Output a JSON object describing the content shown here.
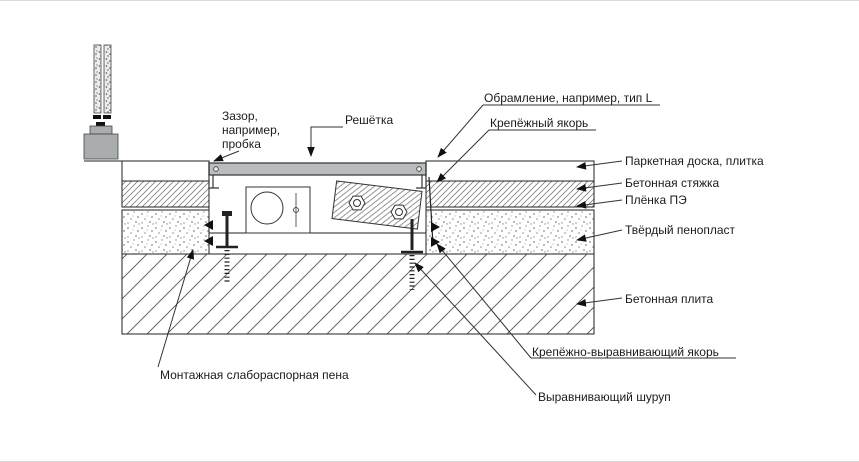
{
  "diagram": {
    "kind": "floor-channel-cross-section",
    "labels": {
      "gap": "Зазор,\nнапример,\nпробка",
      "grate": "Решётка",
      "framing": "Обрамление, например, тип L",
      "anchor": "Крепёжный якорь",
      "parquet": "Паркетная доска, плитка",
      "screed": "Бетонная стяжка",
      "pe_film": "Плёнка ПЭ",
      "rigid_foam": "Твёрдый пенопласт",
      "slab": "Бетонная плита",
      "leveling_anchor": "Крепёжно-выравнивающий якорь",
      "mounting_foam": "Монтажная слабораспорная пена",
      "leveling_screw": "Выравнивающий шуруп"
    },
    "colors": {
      "line": "#222222",
      "grate_fill": "#b9bdbf",
      "block_fill": "#a9adaf",
      "background": "#ffffff"
    }
  }
}
